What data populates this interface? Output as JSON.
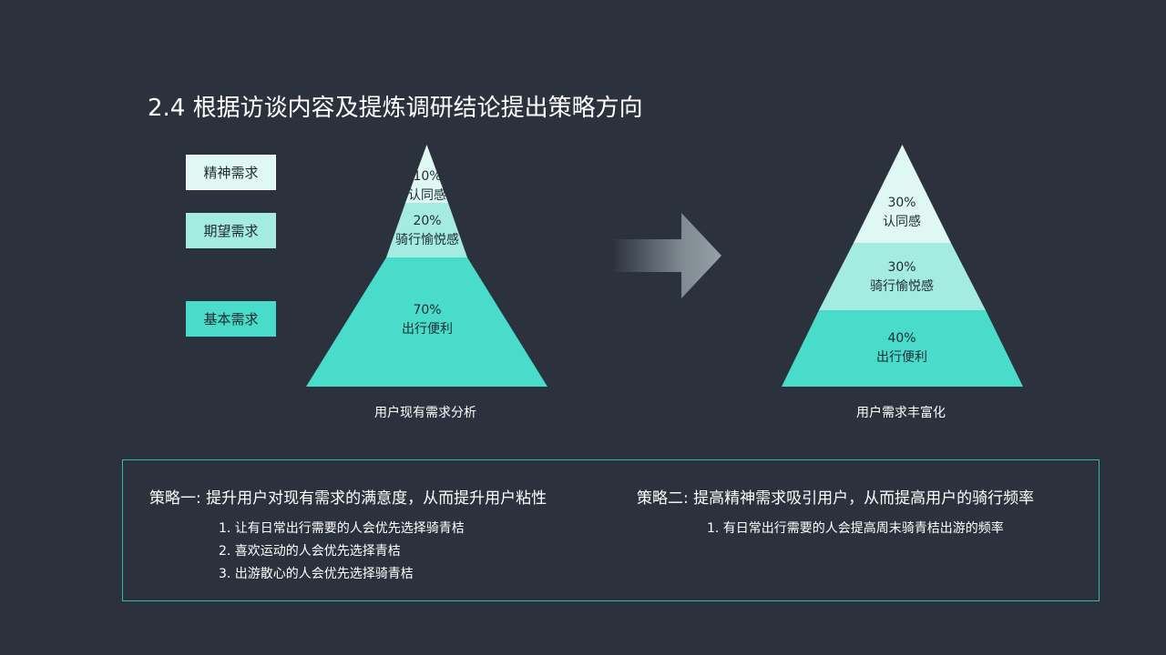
{
  "title": "2.4 根据访谈内容及提炼调研结论提出策略方向",
  "colors": {
    "background": "#2c313e",
    "tier_top": "#dff8f4",
    "tier_mid": "#a4ebe0",
    "tier_base": "#4adccb",
    "panel_border": "#3fb5a5"
  },
  "legend": [
    {
      "label": "精神需求",
      "color": "#dff8f4"
    },
    {
      "label": "期望需求",
      "color": "#a4ebe0"
    },
    {
      "label": "基本需求",
      "color": "#4adccb"
    }
  ],
  "pyramids": [
    {
      "caption": "用户现有需求分析",
      "tiers": [
        {
          "percent": "10%",
          "label": "认同感",
          "value": 10
        },
        {
          "percent": "20%",
          "label": "骑行愉悦感",
          "value": 20
        },
        {
          "percent": "70%",
          "label": "出行便利",
          "value": 70
        }
      ]
    },
    {
      "caption": "用户需求丰富化",
      "tiers": [
        {
          "percent": "30%",
          "label": "认同感",
          "value": 30
        },
        {
          "percent": "30%",
          "label": "骑行愉悦感",
          "value": 30
        },
        {
          "percent": "40%",
          "label": "出行便利",
          "value": 40
        }
      ]
    }
  ],
  "strategies": [
    {
      "title": "策略一: 提升用户对现有需求的满意度，从而提升用户粘性",
      "items": [
        "1. 让有日常出行需要的人会优先选择骑青桔",
        "2. 喜欢运动的人会优先选择青桔",
        "3. 出游散心的人会优先选择骑青桔"
      ]
    },
    {
      "title": "策略二: 提高精神需求吸引用户，从而提高用户的骑行频率",
      "items": [
        "1. 有日常出行需要的人会提高周末骑青桔出游的频率"
      ]
    }
  ]
}
